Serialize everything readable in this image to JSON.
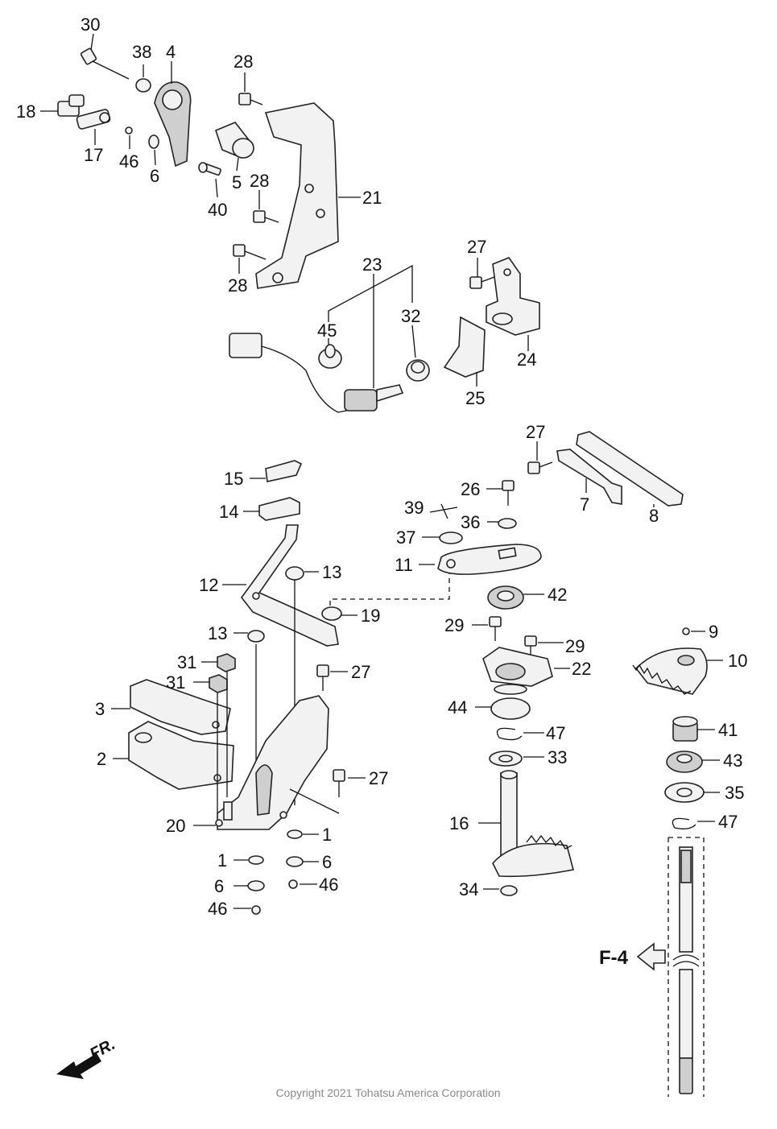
{
  "labels": {
    "p30": "30",
    "p38": "38",
    "p4": "4",
    "p28a": "28",
    "p18": "18",
    "p17": "17",
    "p46a": "46",
    "p6a": "6",
    "p5": "5",
    "p28b": "28",
    "p21": "21",
    "p40": "40",
    "p28c": "28",
    "p23": "23",
    "p27a": "27",
    "p45": "45",
    "p32": "32",
    "p24": "24",
    "p25": "25",
    "p27b": "27",
    "p26": "26",
    "p7": "7",
    "p8": "8",
    "p15": "15",
    "p14": "14",
    "p39": "39",
    "p36": "36",
    "p37": "37",
    "p11": "11",
    "p13a": "13",
    "p12": "12",
    "p42": "42",
    "p19": "19",
    "p9": "9",
    "p13b": "13",
    "p29a": "29",
    "p29b": "29",
    "p10": "10",
    "p31a": "31",
    "p27c": "27",
    "p22": "22",
    "p31b": "31",
    "p3": "3",
    "p44": "44",
    "p41": "41",
    "p47a": "47",
    "p2": "2",
    "p33": "33",
    "p43": "43",
    "p27d": "27",
    "p35": "35",
    "p20": "20",
    "p1a": "1",
    "p16": "16",
    "p47b": "47",
    "p1b": "1",
    "p6b": "6",
    "p6c": "6",
    "p46b": "46",
    "p34": "34",
    "p46c": "46"
  },
  "reference": "F-4",
  "front_marker": "FR.",
  "copyright": "Copyright 2021 Tohatsu America Corporation"
}
